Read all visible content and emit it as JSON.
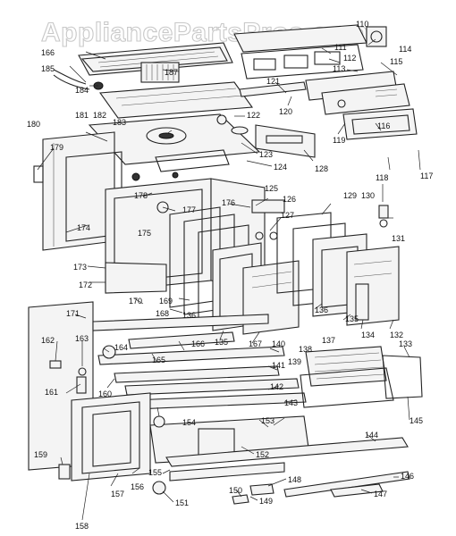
{
  "watermark": "AppliancePartsPros.com",
  "callouts": {
    "c110": "110",
    "c111": "111",
    "c112": "112",
    "c113": "113",
    "c114": "114",
    "c115": "115",
    "c116": "116",
    "c117": "117",
    "c118": "118",
    "c119": "119",
    "c120": "120",
    "c121": "121",
    "c122": "122",
    "c123": "123",
    "c124": "124",
    "c125": "125",
    "c126": "126",
    "c127": "127",
    "c128": "128",
    "c129": "129",
    "c130": "130",
    "c131": "131",
    "c132": "132",
    "c133": "133",
    "c134": "134",
    "c135a": "135",
    "c135b": "135",
    "c136a": "136",
    "c136b": "136",
    "c137": "137",
    "c138": "138",
    "c139": "139",
    "c140": "140",
    "c141": "141",
    "c142": "142",
    "c143": "143",
    "c144": "144",
    "c145": "145",
    "c146": "146",
    "c147": "147",
    "c148": "148",
    "c149": "149",
    "c150": "150",
    "c151": "151",
    "c152": "152",
    "c153": "153",
    "c154": "154",
    "c155": "155",
    "c156": "156",
    "c157": "157",
    "c158": "158",
    "c159": "159",
    "c160": "160",
    "c161": "161",
    "c162": "162",
    "c163": "163",
    "c164": "164",
    "c165": "165",
    "c166a": "166",
    "c166b": "166",
    "c167": "167",
    "c168": "168",
    "c169": "169",
    "c170": "170",
    "c171": "171",
    "c172": "172",
    "c173": "173",
    "c174": "174",
    "c175": "175",
    "c176": "176",
    "c177": "177",
    "c178": "178",
    "c179": "179",
    "c180": "180",
    "c181": "181",
    "c182": "182",
    "c183": "183",
    "c184": "184",
    "c185": "185",
    "c187": "187"
  },
  "colors": {
    "ink": "#222222",
    "watermark": "#c8c8c8",
    "background": "#ffffff"
  }
}
